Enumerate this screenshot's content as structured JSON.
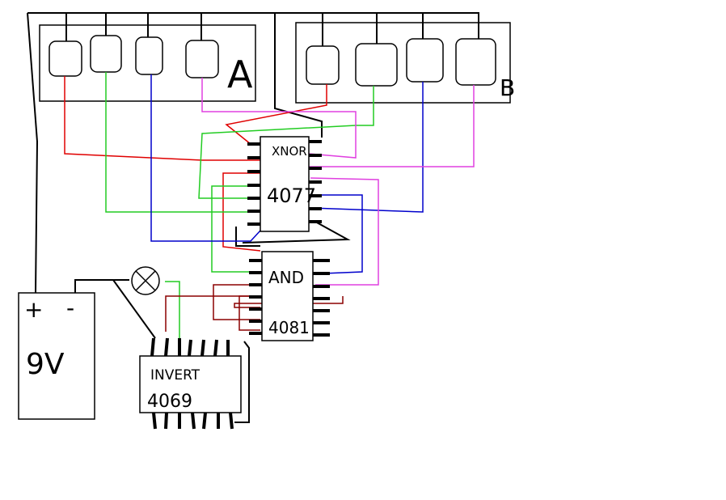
{
  "diagram": {
    "switch_bank_a": {
      "label": "A",
      "switch_count": 4
    },
    "switch_bank_b": {
      "label": "B",
      "switch_count": 4
    },
    "chip_xnor": {
      "line1": "XNOR",
      "line2": "4077"
    },
    "chip_and": {
      "line1": "AND",
      "line2": "4081"
    },
    "chip_invert": {
      "line1": "INVERT",
      "line2": "4069"
    },
    "battery": {
      "plus": "+",
      "minus": "-",
      "voltage": "9V"
    },
    "lamp": {
      "icon": "lamp-icon"
    },
    "wire_colors": {
      "black": "#000000",
      "red": "#e00000",
      "green": "#22cc22",
      "blue": "#0000cc",
      "magenta": "#e040e0",
      "darkred": "#8b0000"
    }
  }
}
